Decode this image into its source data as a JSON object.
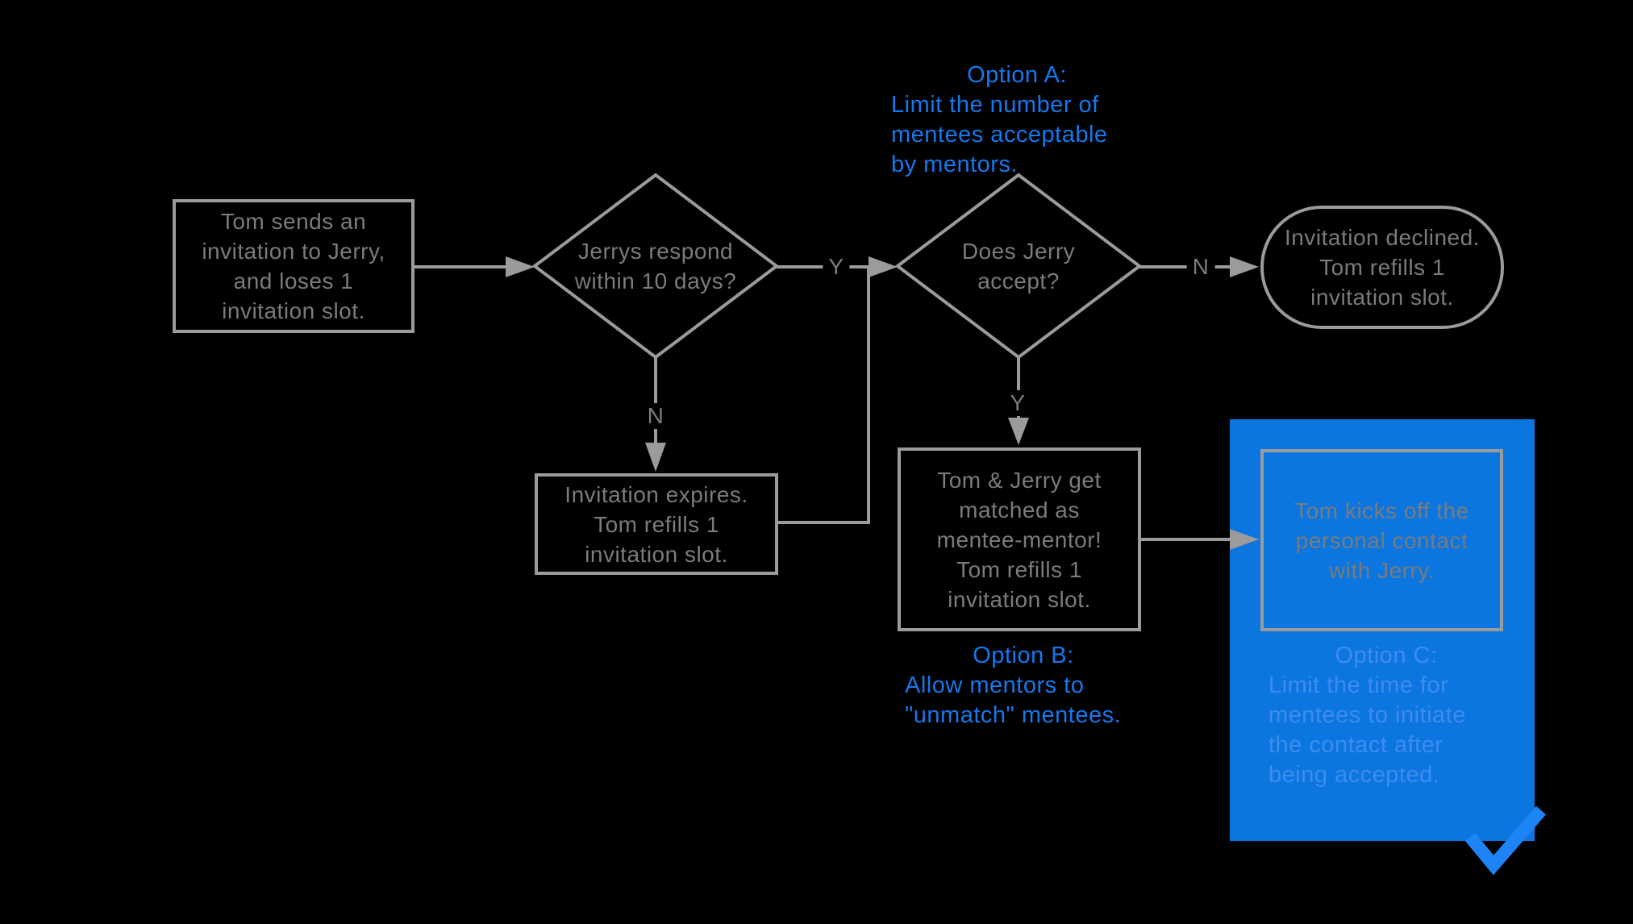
{
  "colors": {
    "bg": "#000000",
    "wire": "#9b9b9b",
    "text": "#7b7b7b",
    "blue": "#1578ee",
    "panel": "#0b75e0",
    "optionc": "#3f8cf0",
    "check": "#1e83f4"
  },
  "nodes": {
    "start": {
      "lines": [
        "Tom sends an",
        "invitation to Jerry,",
        "and loses 1",
        "invitation slot."
      ]
    },
    "respond": {
      "lines": [
        "Jerrys respond",
        "within 10 days?"
      ]
    },
    "expires": {
      "lines": [
        "Invitation expires.",
        "Tom refills 1",
        "invitation slot."
      ]
    },
    "accept": {
      "lines": [
        "Does Jerry",
        "accept?"
      ]
    },
    "declined": {
      "lines": [
        "Invitation declined.",
        "Tom refills 1",
        "invitation slot."
      ]
    },
    "matched": {
      "lines": [
        "Tom & Jerry get",
        "matched as",
        "mentee-mentor!",
        "Tom refills 1",
        "invitation slot."
      ]
    },
    "kickoff": {
      "lines": [
        "Tom kicks off the",
        "personal contact",
        "with Jerry."
      ]
    }
  },
  "options": {
    "a": {
      "title": "Option A:",
      "lines": [
        "Limit the number of",
        "mentees acceptable",
        "by mentors."
      ]
    },
    "b": {
      "title": "Option B:",
      "lines": [
        "Allow mentors to",
        "\"unmatch\" mentees."
      ]
    },
    "c": {
      "title": "Option C:",
      "lines": [
        "Limit the time for",
        "mentees to initiate",
        "the contact after",
        "being accepted."
      ]
    }
  },
  "edge_labels": {
    "yes_respond": "Y",
    "no_respond": "N",
    "no_accept": "N",
    "yes_accept": "Y"
  }
}
